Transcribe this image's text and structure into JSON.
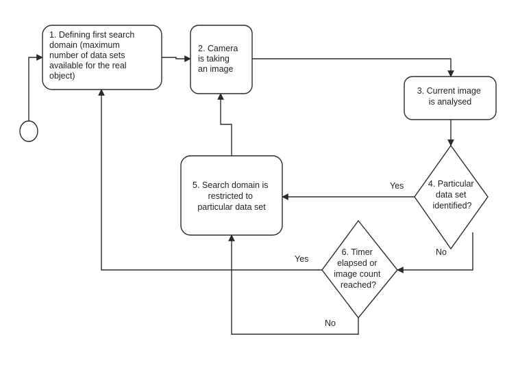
{
  "diagram": {
    "nodes": {
      "start": {
        "label": ""
      },
      "step1": {
        "lines": [
          "1. Defining first search",
          "domain (maximum",
          "number of data sets",
          "available for the real",
          "object)"
        ]
      },
      "step2": {
        "lines": [
          "2. Camera",
          "is taking",
          "an image"
        ]
      },
      "step3": {
        "lines": [
          "3. Current image",
          "is analysed"
        ]
      },
      "step4": {
        "lines": [
          "4. Particular",
          "data set",
          "identified?"
        ]
      },
      "step5": {
        "lines": [
          "5. Search domain is",
          "restricted to",
          "particular data set"
        ]
      },
      "step6": {
        "lines": [
          "6. Timer",
          "elapsed or",
          "image count",
          "reached?"
        ]
      }
    },
    "edges": {
      "step4_yes": "Yes",
      "step4_no": "No",
      "step6_yes": "Yes",
      "step6_no": "No"
    }
  },
  "colors": {
    "stroke": "#2a2a2a",
    "fill": "#ffffff",
    "text": "#1f1f1f"
  }
}
